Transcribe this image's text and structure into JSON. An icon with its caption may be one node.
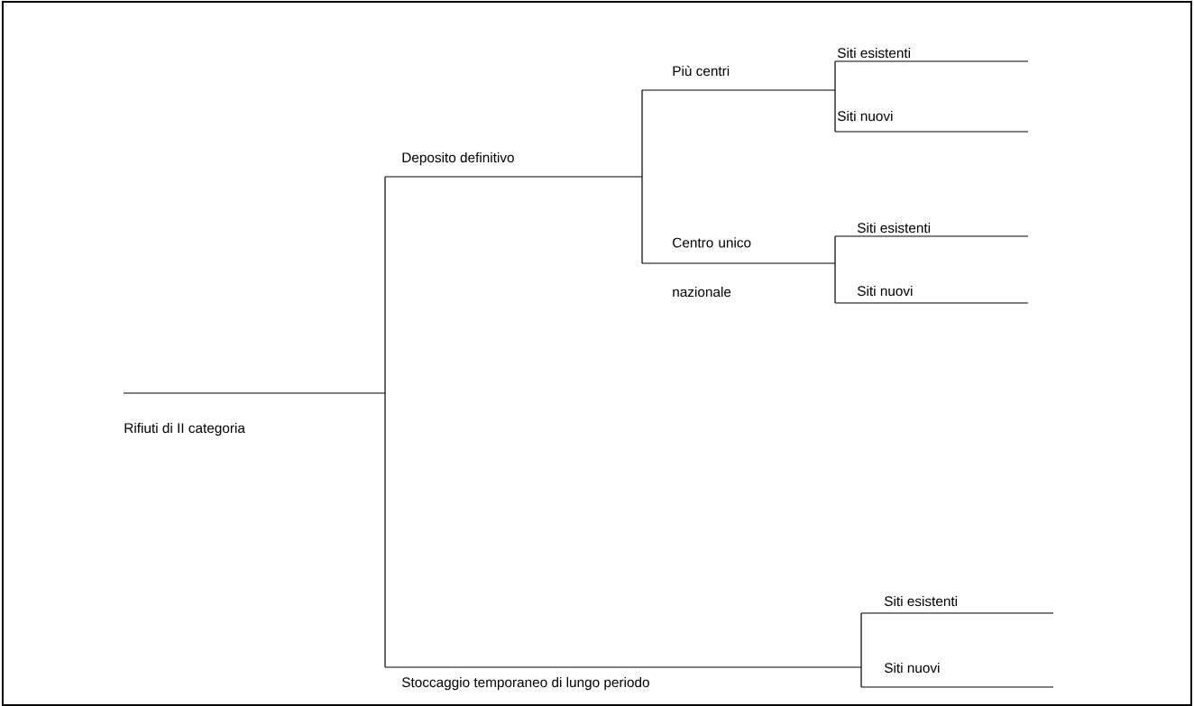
{
  "diagram": {
    "nodes": [
      {
        "text": [
          "Rifiuti di II categoria"
        ]
      },
      {
        "text": [
          "Deposito definitivo"
        ]
      },
      {
        "text": [
          "Più centri"
        ]
      },
      {
        "text": [
          "Siti esistenti"
        ]
      },
      {
        "text": [
          "Siti nuovi"
        ]
      },
      {
        "text": [
          "Centro unico nazionale"
        ]
      },
      {
        "text": [
          "Siti esistenti"
        ]
      },
      {
        "text": [
          "Siti nuovi"
        ]
      },
      {
        "text": [
          "Stoccaggio temporaneo di lungo periodo"
        ]
      },
      {
        "text": [
          "Siti esistenti"
        ]
      },
      {
        "text": [
          "Siti nuovi"
        ]
      }
    ],
    "edges": [
      {
        "from": 0,
        "to": 1,
        "arrow": "none"
      },
      {
        "from": 0,
        "to": 8,
        "arrow": "none"
      },
      {
        "from": 1,
        "to": 2,
        "arrow": "none"
      },
      {
        "from": 1,
        "to": 5,
        "arrow": "none"
      },
      {
        "from": 2,
        "to": 3,
        "arrow": "none"
      },
      {
        "from": 2,
        "to": 4,
        "arrow": "none"
      },
      {
        "from": 5,
        "to": 6,
        "arrow": "none"
      },
      {
        "from": 5,
        "to": 7,
        "arrow": "none"
      },
      {
        "from": 8,
        "to": 9,
        "arrow": "none"
      },
      {
        "from": 8,
        "to": 10,
        "arrow": "none"
      }
    ]
  }
}
